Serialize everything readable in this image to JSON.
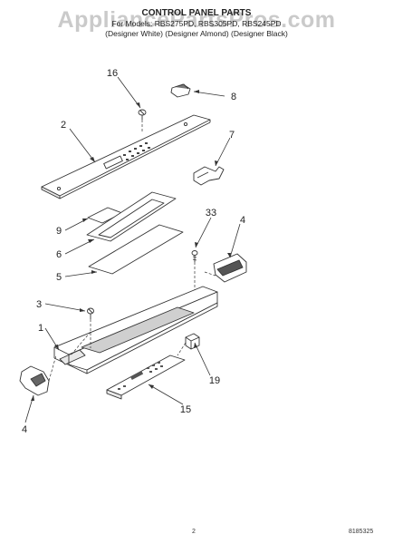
{
  "watermark": "AppliancePartsPros.com",
  "header": {
    "title": "CONTROL PANEL PARTS",
    "models": "For Models: RBS275PD, RBS305PD, RBS245PD",
    "variants": "(Designer White) (Designer Almond) (Designer Black)"
  },
  "callouts": [
    {
      "label": "16"
    },
    {
      "label": "8"
    },
    {
      "label": "2"
    },
    {
      "label": "7"
    },
    {
      "label": "9"
    },
    {
      "label": "6"
    },
    {
      "label": "33"
    },
    {
      "label": "4"
    },
    {
      "label": "5"
    },
    {
      "label": "3"
    },
    {
      "label": "1"
    },
    {
      "label": "19"
    },
    {
      "label": "15"
    },
    {
      "label": "4"
    }
  ],
  "footer": {
    "page": "2",
    "doc_number": "8185325"
  },
  "colors": {
    "line": "#333333",
    "fill": "#ffffff",
    "shade": "#bdbdbd"
  }
}
